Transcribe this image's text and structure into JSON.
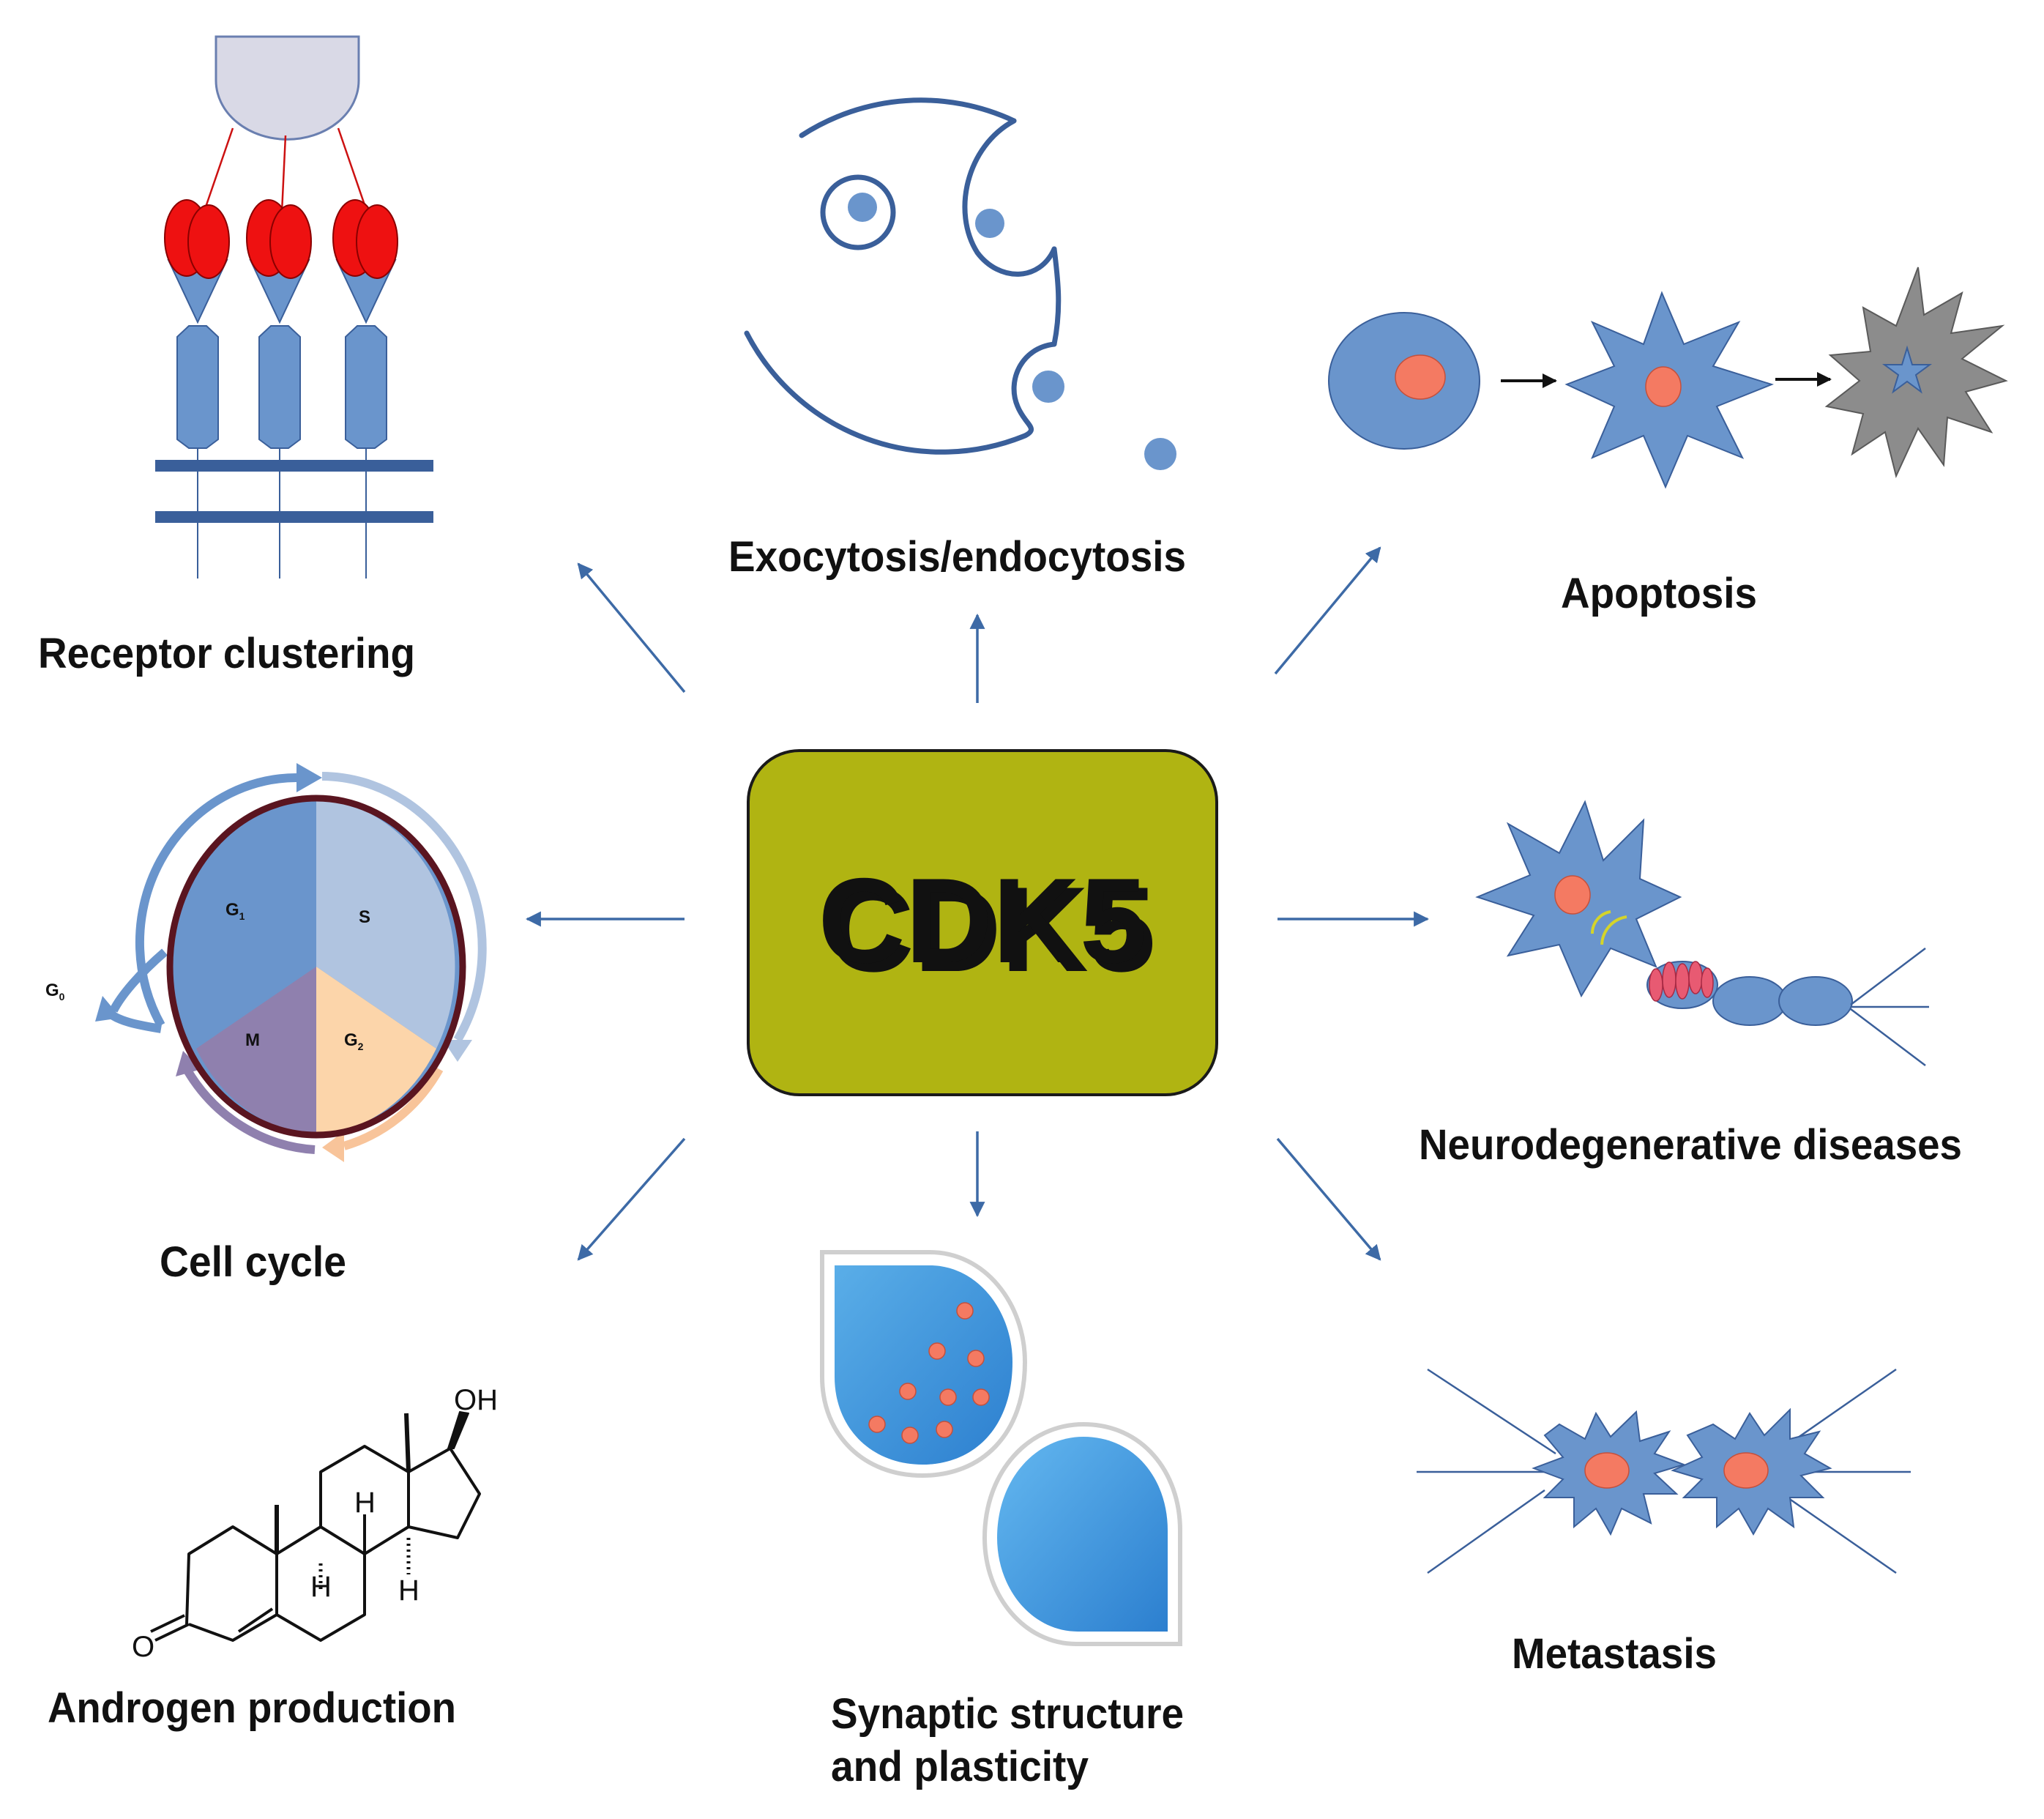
{
  "center": {
    "label": "CDK5"
  },
  "colors": {
    "center_fill": "#b0b412",
    "cell_blue": "#6a95cc",
    "nucleus": "#f47a62",
    "arrow": "#3d6aa6",
    "dead_gray": "#8c8c8c",
    "receptor_red": "#ee1111",
    "membrane": "#3a5f9a"
  },
  "functions": [
    {
      "id": "receptor",
      "label": "Receptor clustering"
    },
    {
      "id": "exo",
      "label": "Exocytosis/endocytosis"
    },
    {
      "id": "apoptosis",
      "label": "Apoptosis"
    },
    {
      "id": "cellcycle",
      "label": "Cell cycle"
    },
    {
      "id": "neuro",
      "label": "Neurodegenerative diseases"
    },
    {
      "id": "androgen",
      "label": "Androgen production"
    },
    {
      "id": "synaptic",
      "label_line1": "Synaptic structure",
      "label_line2": "and plasticity"
    },
    {
      "id": "metastasis",
      "label": "Metastasis"
    }
  ],
  "cell_cycle": {
    "phases": [
      {
        "name": "G1",
        "letter": "G",
        "sub": "1"
      },
      {
        "name": "S",
        "letter": "S",
        "sub": ""
      },
      {
        "name": "G2",
        "letter": "G",
        "sub": "2"
      },
      {
        "name": "M",
        "letter": "M",
        "sub": ""
      }
    ],
    "g0": {
      "letter": "G",
      "sub": "0"
    }
  },
  "androgen": {
    "atoms": {
      "hydroxyl": "OH",
      "ketone": "O",
      "hydrogen": "H"
    }
  }
}
